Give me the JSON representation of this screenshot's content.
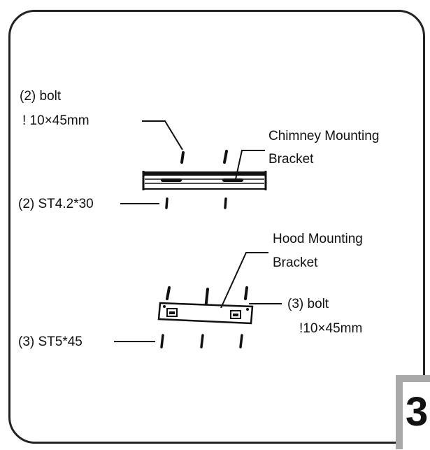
{
  "labels": {
    "top_bolt_count": "(2) bolt",
    "top_bolt_size": "! 10×45mm",
    "chimney_line1": "Chimney Mounting",
    "chimney_line2": "Bracket",
    "top_screw": "(2) ST4.2*30",
    "hood_line1": "Hood Mounting",
    "hood_line2": "Bracket",
    "bottom_bolt_count": "(3) bolt",
    "bottom_bolt_size": "!10×45mm",
    "bottom_screw": "(3) ST5*45"
  },
  "step": {
    "number": "3"
  },
  "colors": {
    "ink": "#111111",
    "badge_gray": "#a8a8a8"
  }
}
